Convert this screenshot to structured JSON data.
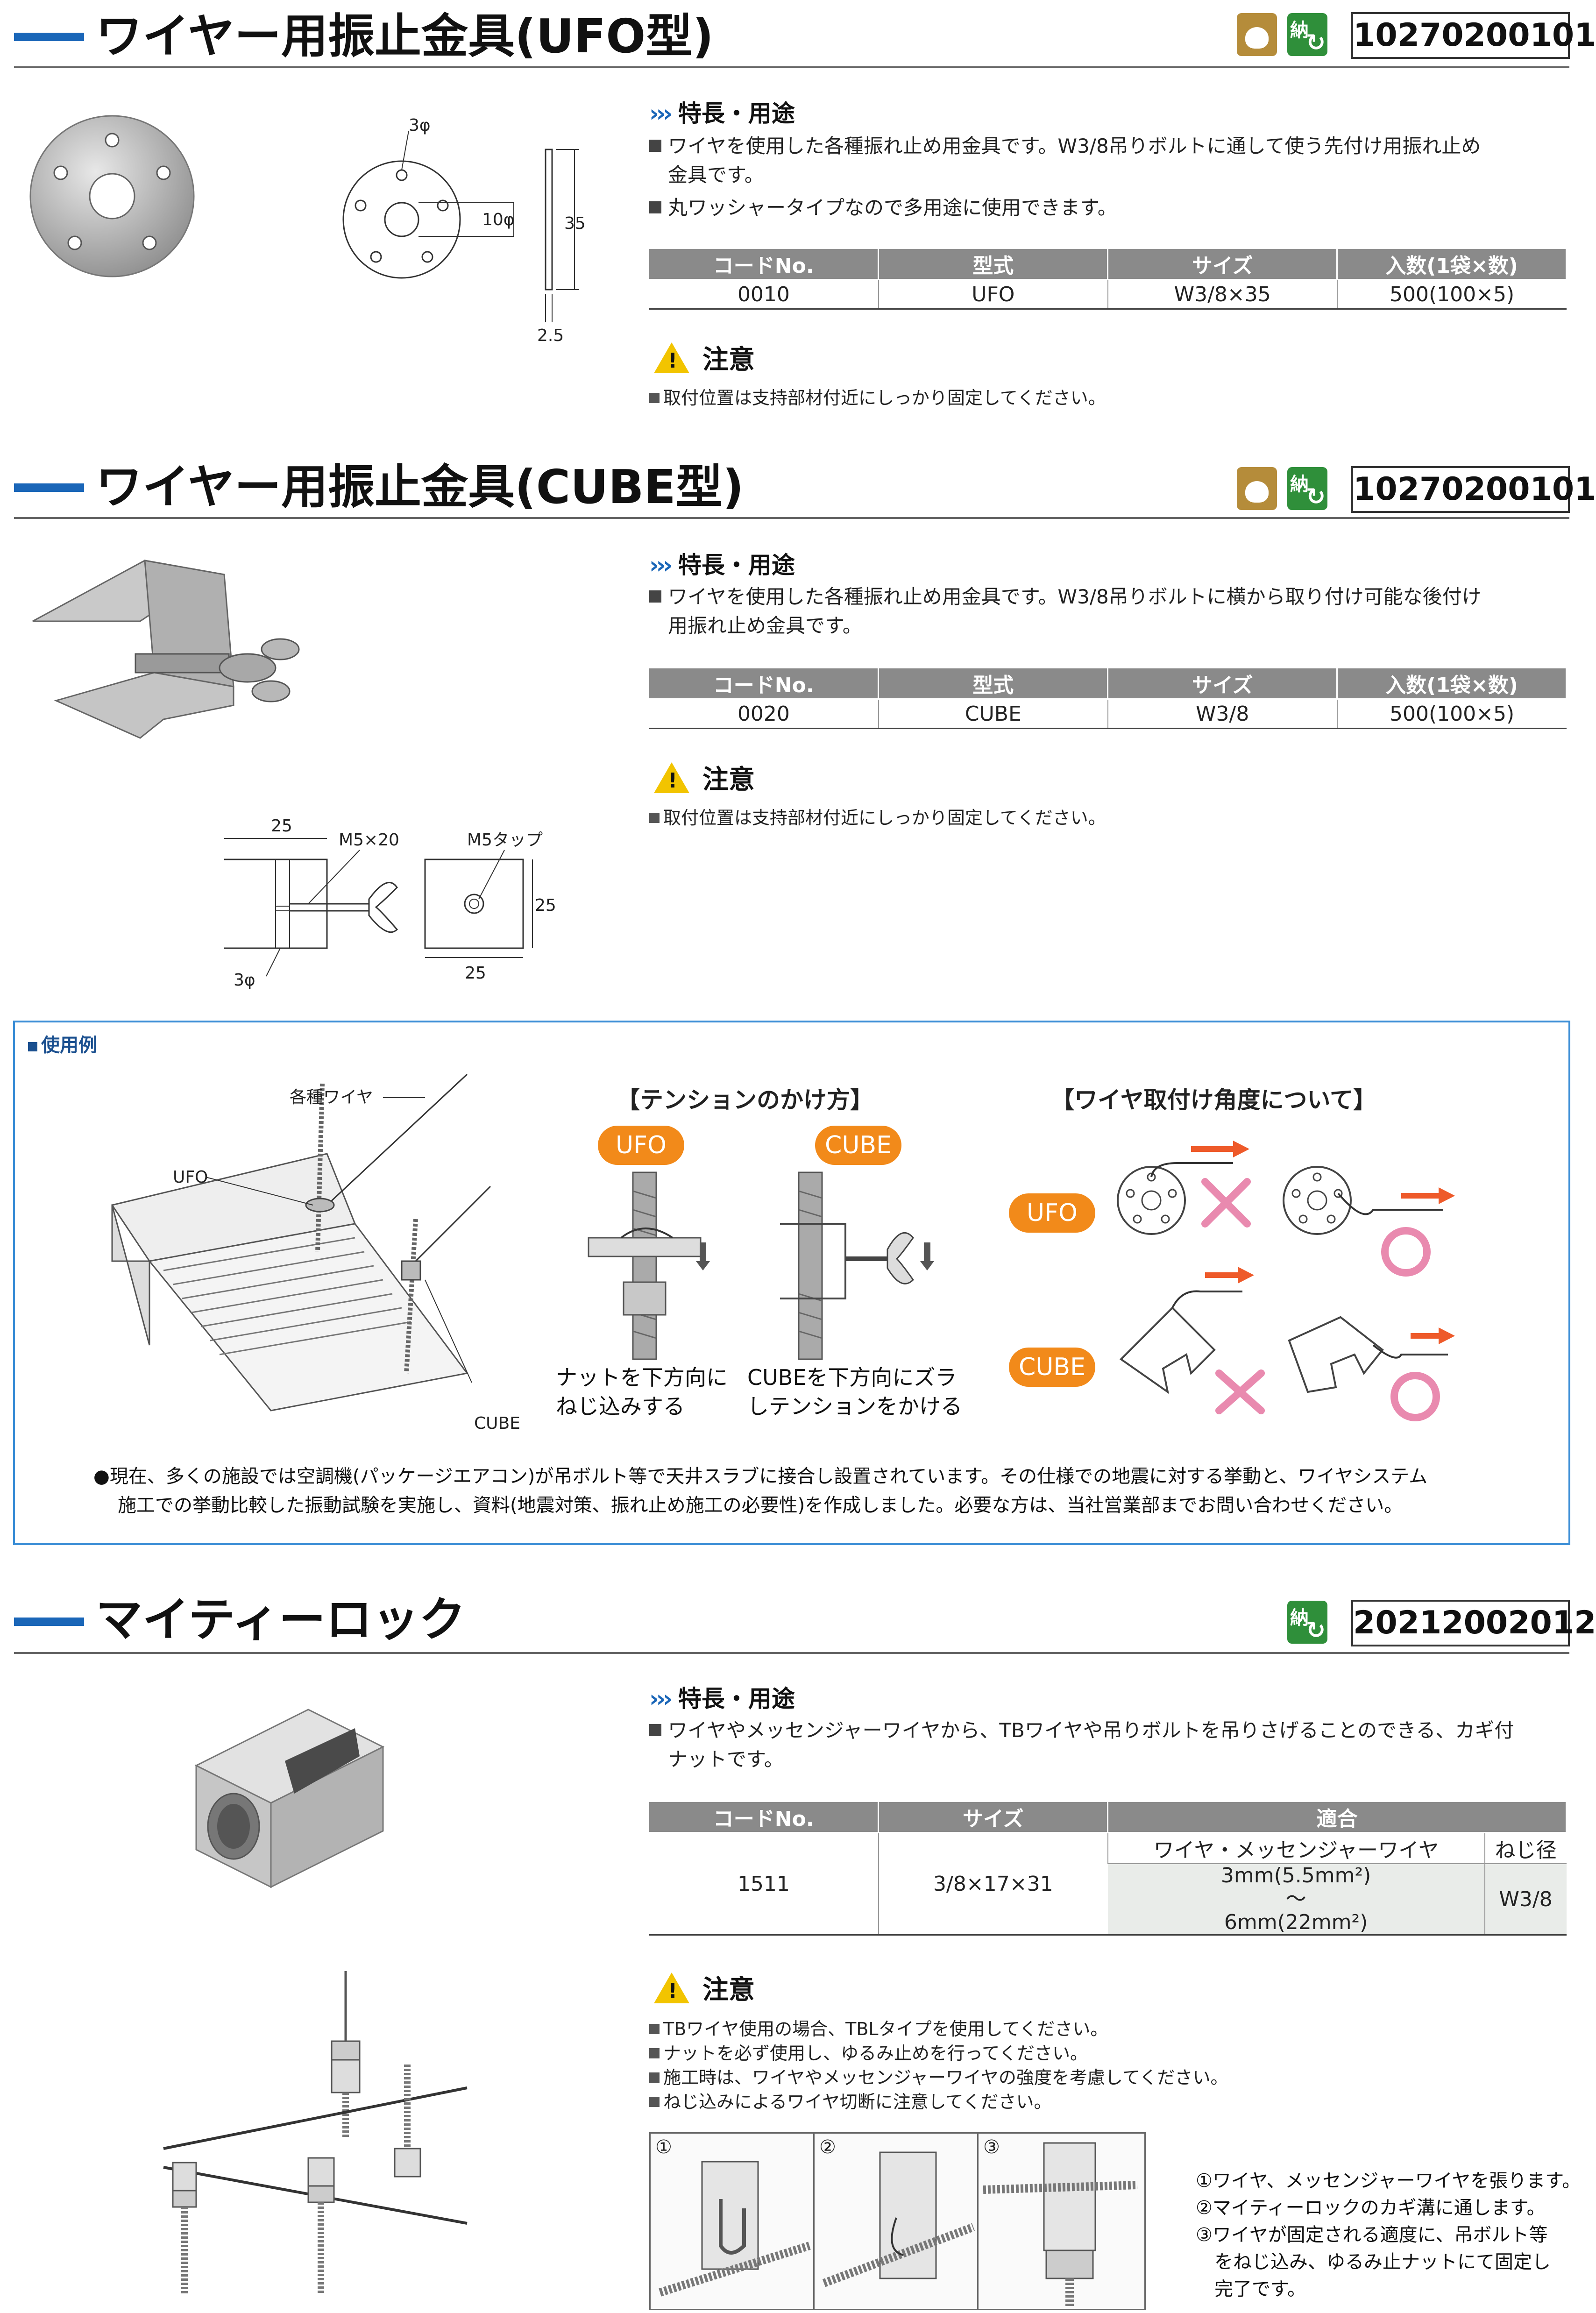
{
  "section1": {
    "title": "ワイヤー用振止金具(UFO型)",
    "nou_icon": "納",
    "code": "10270200101",
    "features_heading": "特長・用途",
    "bullets": [
      "ワイヤを使用した各種振れ止め用金具です。W3/8吊りボルトに通して使う先付け用振れ止め",
      "金具です。",
      "丸ワッシャータイプなので多用途に使用できます。"
    ],
    "table": {
      "headers": [
        "コードNo.",
        "型式",
        "サイズ",
        "入数(1袋×数)"
      ],
      "row": [
        "0010",
        "UFO",
        "W3/8×35",
        "500(100×5)"
      ]
    },
    "caution_label": "注意",
    "caution_note": "取付位置は支持部材付近にしっかり固定してください。",
    "dims": {
      "hole": "3φ",
      "center": "10φ",
      "dia": "35",
      "thick": "2.5"
    }
  },
  "section2": {
    "title": "ワイヤー用振止金具(CUBE型)",
    "nou_icon": "納",
    "code": "10270200101",
    "features_heading": "特長・用途",
    "bullets": [
      "ワイヤを使用した各種振れ止め用金具です。W3/8吊りボルトに横から取り付け可能な後付け",
      "用振れ止め金具です。"
    ],
    "table": {
      "headers": [
        "コードNo.",
        "型式",
        "サイズ",
        "入数(1袋×数)"
      ],
      "row": [
        "0020",
        "CUBE",
        "W3/8",
        "500(100×5)"
      ]
    },
    "caution_label": "注意",
    "caution_note": "取付位置は支持部材付近にしっかり固定してください。",
    "dims": {
      "w": "25",
      "screw": "M5×20",
      "tap": "M5タップ",
      "h": "25",
      "w2": "25",
      "hole": "3φ"
    }
  },
  "example": {
    "label": "使用例",
    "wire_label": "各種ワイヤ",
    "ufo_label": "UFO",
    "cube_label": "CUBE",
    "tension_heading": "【テンションのかけ方】",
    "angle_heading": "【ワイヤ取付け角度について】",
    "pill_ufo": "UFO",
    "pill_cube": "CUBE",
    "ufo_text": [
      "ナットを下方向に",
      "ねじ込みする"
    ],
    "cube_text": [
      "CUBEを下方向にズラ",
      "しテンションをかける"
    ],
    "note_lines": [
      "●現在、多くの施設では空調機(パッケージエアコン)が吊ボルト等で天井スラブに接合し設置されています。その仕様での地震に対する挙動と、ワイヤシステム",
      "施工での挙動比較した振動試験を実施し、資料(地震対策、振れ止め施工の必要性)を作成しました。必要な方は、当社営業部までお問い合わせください。"
    ]
  },
  "section3": {
    "title": "マイティーロック",
    "nou_icon": "納",
    "code": "20212002012",
    "features_heading": "特長・用途",
    "bullets": [
      "ワイヤやメッセンジャーワイヤから、TBワイヤや吊りボルトを吊りさげることのできる、カギ付",
      "ナットです。"
    ],
    "table": {
      "headers": [
        "コードNo.",
        "サイズ",
        "適合"
      ],
      "subheaders": [
        "ワイヤ・メッセンジャーワイヤ",
        "ねじ径"
      ],
      "row": [
        "1511",
        "3/8×17×31",
        "3mm(5.5mm²)",
        "〜",
        "6mm(22mm²)",
        "W3/8"
      ]
    },
    "caution_label": "注意",
    "caution_notes": [
      "TBワイヤ使用の場合、TBLタイプを使用してください。",
      "ナットを必ず使用し、ゆるみ止めを行ってください。",
      "施工時は、ワイヤやメッセンジャーワイヤの強度を考慮してください。",
      "ねじ込みによるワイヤ切断に注意してください。"
    ],
    "step_numbers": [
      "①",
      "②",
      "③"
    ],
    "steps": [
      "①ワイヤ、メッセンジャーワイヤを張ります。",
      "②マイティーロックのカギ溝に通します。",
      "③ワイヤが固定される適度に、吊ボルト等",
      "をねじ込み、ゆるみ止ナットにて固定し",
      "完了です。"
    ]
  }
}
